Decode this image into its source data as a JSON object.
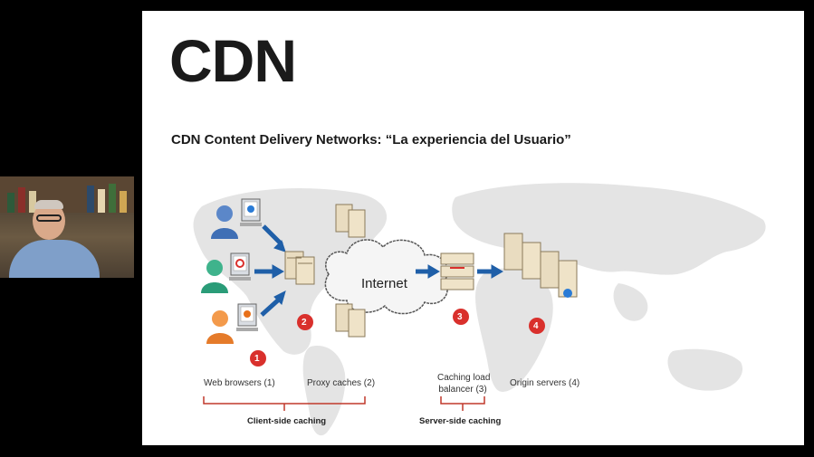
{
  "slide": {
    "title": "CDN",
    "subtitle": "CDN Content Delivery Networks: “La experiencia del Usuario”"
  },
  "diagram": {
    "cloud_label": "Internet",
    "steps": [
      "1",
      "2",
      "3",
      "4"
    ],
    "labels": {
      "web_browsers": "Web browsers (1)",
      "proxy_caches": "Proxy caches (2)",
      "caching_load_line1": "Caching load",
      "caching_load_line2": "balancer (3)",
      "origin_servers": "Origin servers (4)"
    },
    "sections": {
      "client": "Client-side caching",
      "server": "Server-side caching"
    },
    "colors": {
      "badge": "#d9302c",
      "arrow": "#1f5fa8",
      "bracket": "#c0392b",
      "map": "#e4e4e4"
    }
  }
}
